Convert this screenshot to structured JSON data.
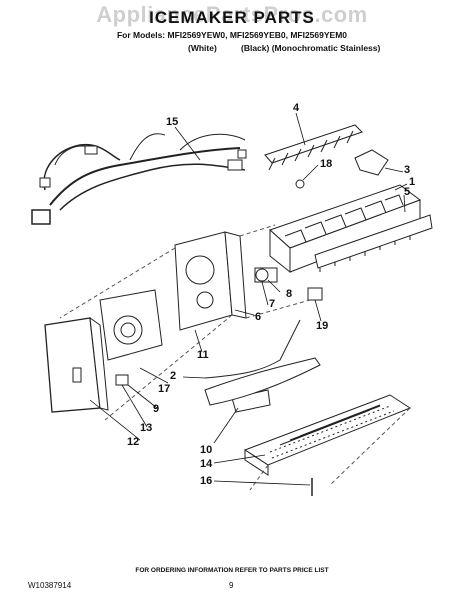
{
  "watermark": "AppliancePartsPros.com",
  "title": "ICEMAKER PARTS",
  "models_line": "For Models: MFI2569YEW0, MFI2569YEB0, MFI2569YEM0",
  "variant_white": "(White)",
  "variant_black": "(Black) (Monochromatic Stainless)",
  "callouts": {
    "c1": "1",
    "c2": "2",
    "c3": "3",
    "c4": "4",
    "c5": "5",
    "c6": "6",
    "c7": "7",
    "c8": "8",
    "c9": "9",
    "c10": "10",
    "c11": "11",
    "c12": "12",
    "c13": "13",
    "c14": "14",
    "c15": "15",
    "c16": "16",
    "c17": "17",
    "c18": "18",
    "c19": "19"
  },
  "footer": "FOR ORDERING INFORMATION REFER TO PARTS PRICE LIST",
  "doc_number": "W10387914",
  "page_number": "9"
}
